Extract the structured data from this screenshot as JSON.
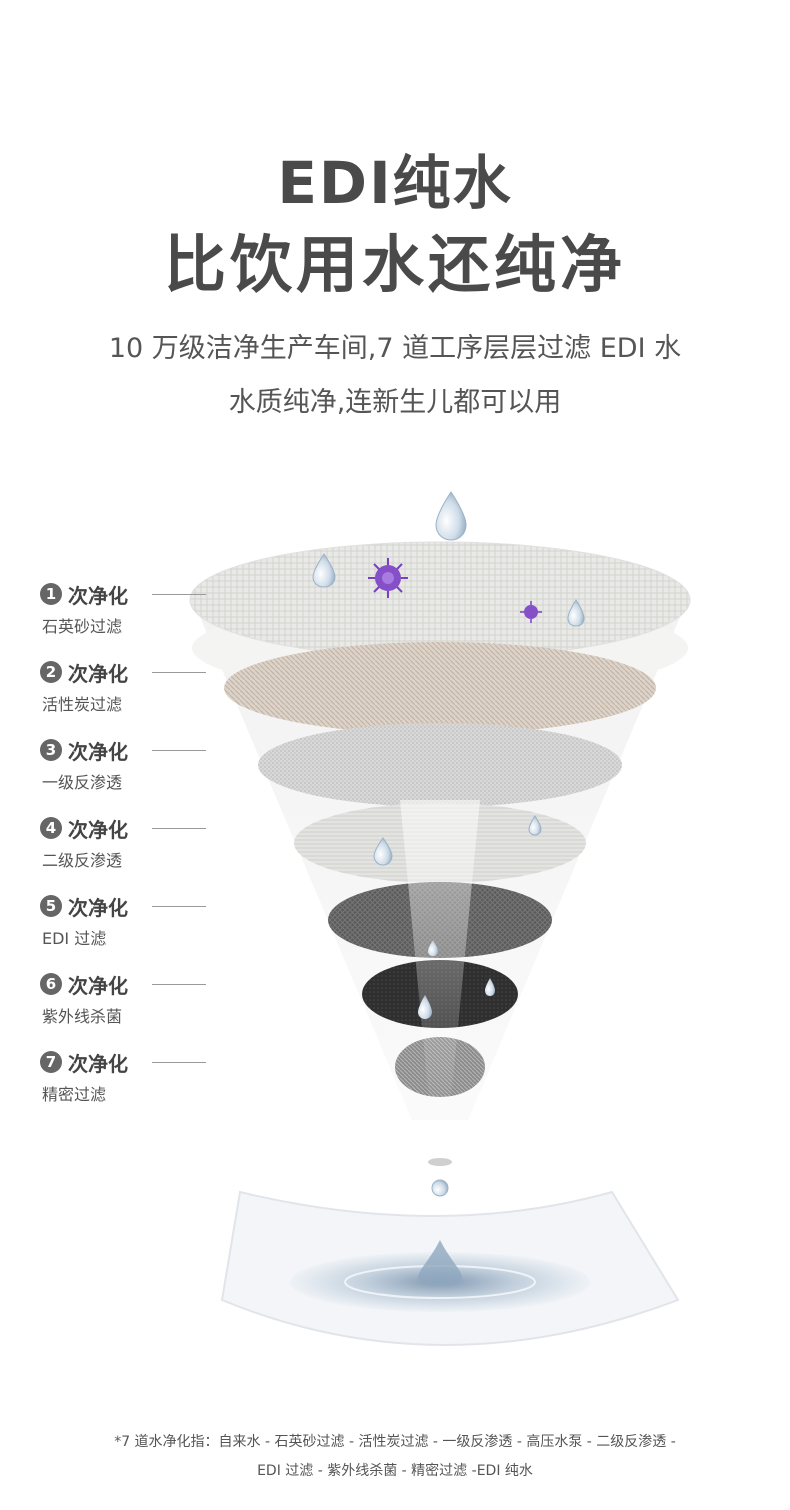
{
  "heading": {
    "line1": "EDI纯水",
    "line2": "比饮用水还纯净"
  },
  "subheading": {
    "line1": "10 万级洁净生产车间,7 道工序层层过滤 EDI 水",
    "line2": "水质纯净,连新生儿都可以用"
  },
  "stages": [
    {
      "num": "1",
      "label": "次净化",
      "desc": "石英砂过滤"
    },
    {
      "num": "2",
      "label": "次净化",
      "desc": "活性炭过滤"
    },
    {
      "num": "3",
      "label": "次净化",
      "desc": "一级反渗透"
    },
    {
      "num": "4",
      "label": "次净化",
      "desc": "二级反渗透"
    },
    {
      "num": "5",
      "label": "次净化",
      "desc": "EDI 过滤"
    },
    {
      "num": "6",
      "label": "次净化",
      "desc": "紫外线杀菌"
    },
    {
      "num": "7",
      "label": "次净化",
      "desc": "精密过滤"
    }
  ],
  "footnote": {
    "line1": "*7 道水净化指：自来水 - 石英砂过滤 - 活性炭过滤 - 一级反渗透 - 高压水泵 - 二级反渗透 -",
    "line2": "EDI 过滤 - 紫外线杀菌 - 精密过滤 -EDI 纯水"
  },
  "colors": {
    "heading": "#4a4a4a",
    "badge": "#666666",
    "bacteria": "#7a3fc4",
    "water": "#9fb8cf"
  }
}
